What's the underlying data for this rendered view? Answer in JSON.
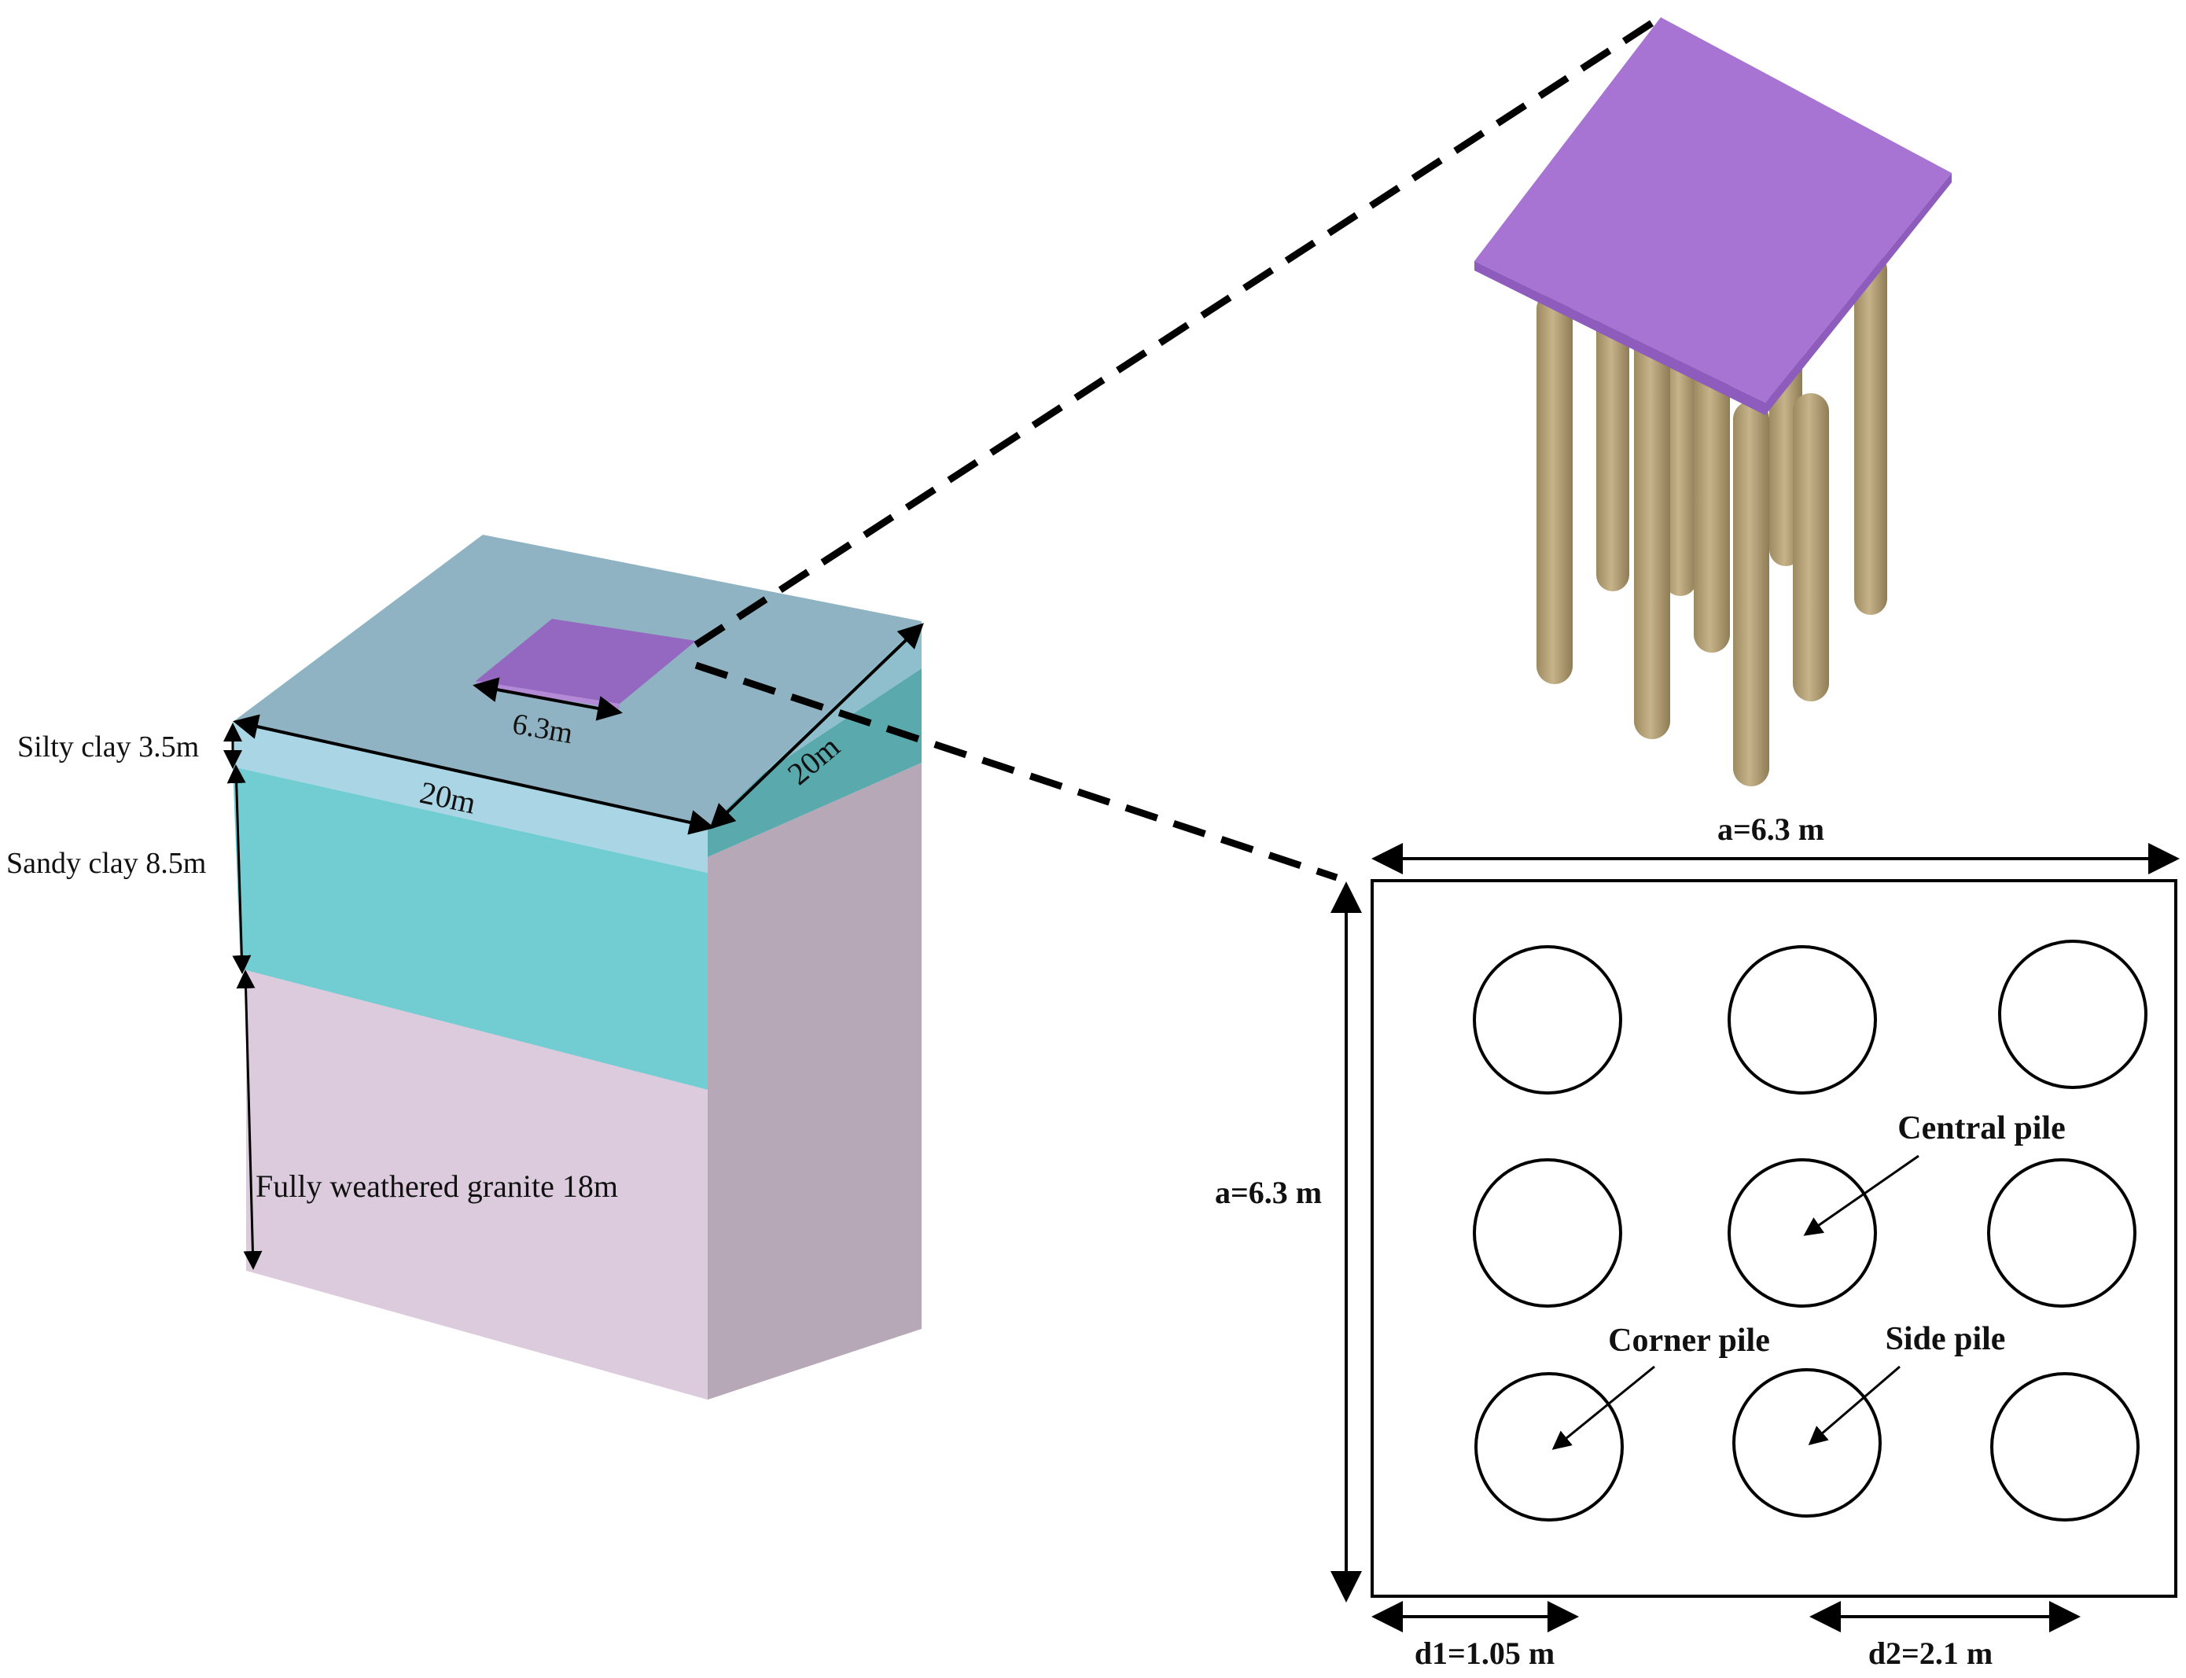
{
  "soil_block": {
    "layers": [
      {
        "label": "Silty clay 3.5m",
        "color": "#a9d5e4"
      },
      {
        "label": "Sandy clay 8.5m",
        "color": "#72cdd3"
      },
      {
        "label": "Fully weathered granite 18m",
        "color": "#dccbdc"
      }
    ],
    "width_label_front": "20m",
    "width_label_side": "20m",
    "cap_label": "6.3m",
    "top_color": "#8fb3c2",
    "cap_color": "#9467c0"
  },
  "pile_model": {
    "cap_color": "#a774d3",
    "pile_color": "#b8a47a"
  },
  "plan_view": {
    "width_label": "a=6.3 m",
    "height_label": "a=6.3 m",
    "d1_label": "d1=1.05 m",
    "d2_label": "d2=2.1 m",
    "central_label": "Central pile",
    "corner_label": "Corner pile",
    "side_label": "Side pile",
    "grid_rows": 3,
    "grid_cols": 3
  }
}
